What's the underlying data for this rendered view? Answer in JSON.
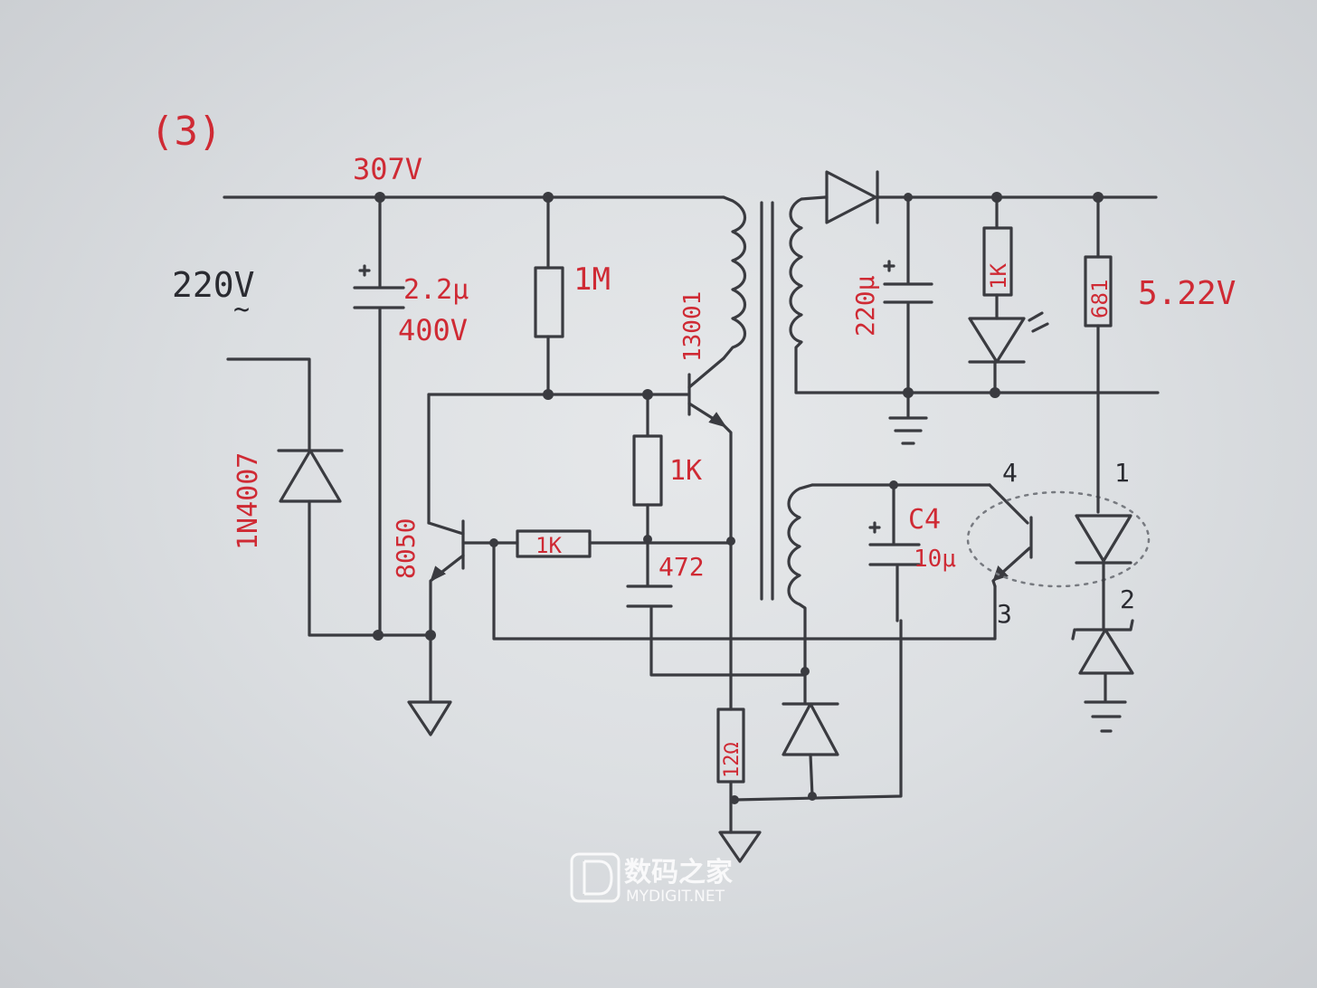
{
  "figure_number": "(3)",
  "ac_input": {
    "voltage": "220V",
    "symbol": "~"
  },
  "dc_bus": {
    "voltage": "307V"
  },
  "filter_capacitor": {
    "value": "2.2μ",
    "rating": "400V",
    "polarity": "+"
  },
  "start_resistor": {
    "value": "1M"
  },
  "input_diode": {
    "part": "1N4007"
  },
  "switch_transistor": {
    "part": "13001"
  },
  "control_transistor": {
    "part": "8050"
  },
  "base_resistor_13001": {
    "value": "1K"
  },
  "base_resistor_8050": {
    "value": "1K"
  },
  "feedback_capacitor": {
    "value": "472"
  },
  "sense_resistor": {
    "value": "12Ω"
  },
  "output_capacitor": {
    "value": "220μ",
    "polarity": "+"
  },
  "led_resistor": {
    "value": "1K"
  },
  "divider_resistor": {
    "value": "681"
  },
  "output_voltage": {
    "value": "5.22V"
  },
  "aux_capacitor": {
    "name": "C4",
    "value": "10μ",
    "polarity": "+"
  },
  "optocoupler_pins": {
    "p1": "1",
    "p2": "2",
    "p3": "3",
    "p4": "4"
  },
  "watermark": {
    "cn": "数码之家",
    "en": "MYDIGIT.NET",
    "logo_letter": "D"
  }
}
